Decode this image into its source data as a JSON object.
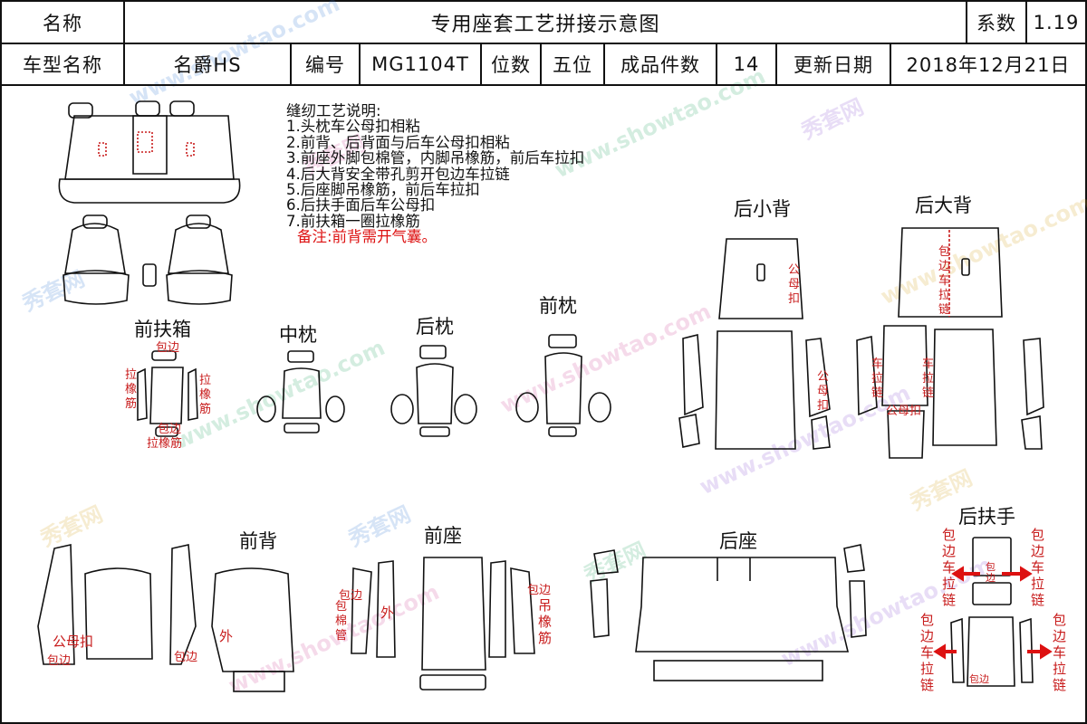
{
  "header": {
    "name_label": "名称",
    "title": "专用座套工艺拼接示意图",
    "coef_label": "系数",
    "coef_value": "1.19",
    "model_label": "车型名称",
    "model_value": "名爵HS",
    "code_label": "编号",
    "code_value": "MG1104T",
    "seats_label": "位数",
    "seats_value": "五位",
    "pieces_label": "成品件数",
    "pieces_value": "14",
    "date_label": "更新日期",
    "date_value": "2018年12月21日"
  },
  "notes": {
    "title": "缝纫工艺说明:",
    "items": [
      "1.头枕车公母扣相粘",
      "2.前背、后背面与后车公母扣相粘",
      "3.前座外脚包棉管，内脚吊橡筋，前后车拉扣",
      "4.后大背安全带孔剪开包边车拉链",
      "5.后座脚吊橡筋，前后车拉扣",
      "6.后扶手面后车公母扣",
      "7.前扶箱一圈拉橡筋"
    ],
    "remark": "备注:前背需开气囊。"
  },
  "labels": {
    "front_armbox": "前扶箱",
    "mid_headrest": "中枕",
    "rear_headrest": "后枕",
    "front_headrest": "前枕",
    "rear_small_back": "后小背",
    "rear_big_back": "后大背",
    "front_back": "前背",
    "front_seat": "前座",
    "rear_seat": "后座",
    "rear_armrest": "后扶手"
  },
  "annotations": {
    "baobian": "包边",
    "la": "拉",
    "xiang": "橡",
    "jin": "筋",
    "la_xiang_jin": "拉橡筋",
    "gong_mu_kou": "公母扣",
    "gong": "公",
    "mu": "母",
    "kou": "扣",
    "wai": "外",
    "che": "车",
    "lian": "链",
    "bao": "包",
    "bian": "边",
    "mian": "棉",
    "guan": "管",
    "diao": "吊"
  },
  "watermark": {
    "site": "www.showtao.com",
    "brand": "秀套网"
  },
  "colors": {
    "annotation": "#c81c1c",
    "line": "#111111"
  }
}
